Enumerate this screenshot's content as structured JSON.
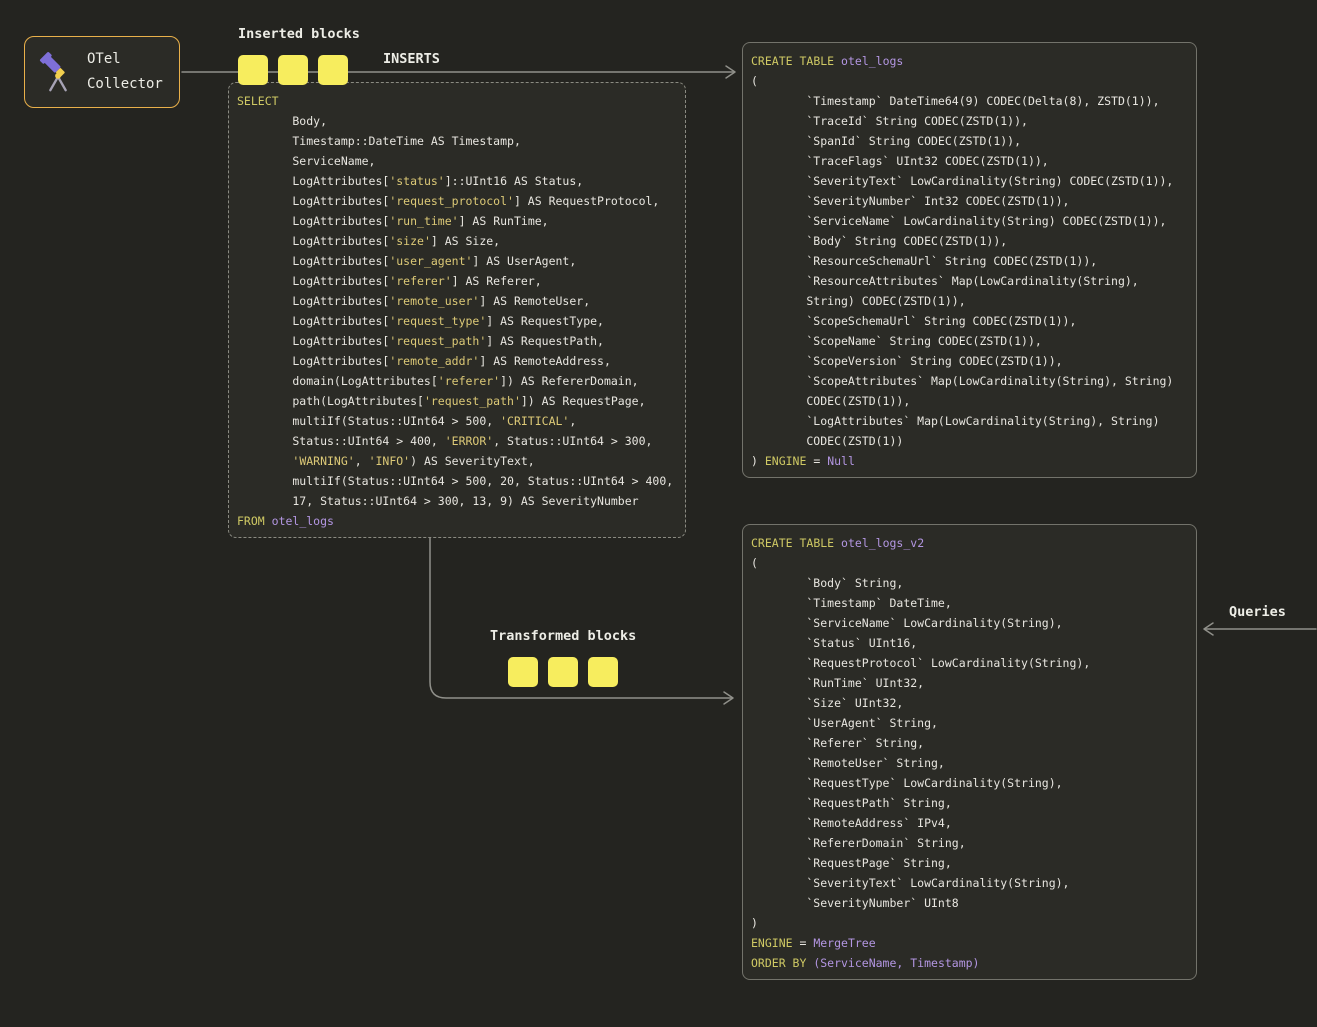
{
  "colors": {
    "bg": "#242420",
    "panel": "#2b2b26",
    "border": "#73736b",
    "border_dashed": "#8b8b82",
    "accent_border": "#e9b04a",
    "yellow_block": "#f7ed5e",
    "arrow": "#90908a",
    "text": "#edede6",
    "code_text": "#e8e6e0",
    "keyword": "#cfc964",
    "string": "#dcc977",
    "identifier": "#b396e2",
    "icon_purple": "#7e6fd8",
    "icon_yellow": "#f2cf4f",
    "icon_gray": "#a7a3b5"
  },
  "otel_collector": {
    "line1": "OTel",
    "line2": "Collector"
  },
  "inserted_blocks": {
    "label": "Inserted blocks",
    "count": 3
  },
  "inserts_arrow": {
    "label": "INSERTS"
  },
  "transformed_blocks": {
    "label": "Transformed blocks",
    "count": 3
  },
  "queries_arrow": {
    "label": "Queries"
  },
  "materialized_view_sql": {
    "lines": [
      "SELECT",
      "        Body,",
      "        Timestamp::DateTime AS Timestamp,",
      "        ServiceName,",
      "        LogAttributes['status']::UInt16 AS Status,",
      "        LogAttributes['request_protocol'] AS RequestProtocol,",
      "        LogAttributes['run_time'] AS RunTime,",
      "        LogAttributes['size'] AS Size,",
      "        LogAttributes['user_agent'] AS UserAgent,",
      "        LogAttributes['referer'] AS Referer,",
      "        LogAttributes['remote_user'] AS RemoteUser,",
      "        LogAttributes['request_type'] AS RequestType,",
      "        LogAttributes['request_path'] AS RequestPath,",
      "        LogAttributes['remote_addr'] AS RemoteAddress,",
      "        domain(LogAttributes['referer']) AS RefererDomain,",
      "        path(LogAttributes['request_path']) AS RequestPage,",
      "        multiIf(Status::UInt64 > 500, 'CRITICAL',",
      "        Status::UInt64 > 400, 'ERROR', Status::UInt64 > 300,",
      "        'WARNING', 'INFO') AS SeverityText,",
      "        multiIf(Status::UInt64 > 500, 20, Status::UInt64 > 400,",
      "        17, Status::UInt64 > 300, 13, 9) AS SeverityNumber",
      "FROM otel_logs"
    ]
  },
  "otel_logs_ddl": {
    "lines": [
      "CREATE TABLE otel_logs",
      "(",
      "        `Timestamp` DateTime64(9) CODEC(Delta(8), ZSTD(1)),",
      "        `TraceId` String CODEC(ZSTD(1)),",
      "        `SpanId` String CODEC(ZSTD(1)),",
      "        `TraceFlags` UInt32 CODEC(ZSTD(1)),",
      "        `SeverityText` LowCardinality(String) CODEC(ZSTD(1)),",
      "        `SeverityNumber` Int32 CODEC(ZSTD(1)),",
      "        `ServiceName` LowCardinality(String) CODEC(ZSTD(1)),",
      "        `Body` String CODEC(ZSTD(1)),",
      "        `ResourceSchemaUrl` String CODEC(ZSTD(1)),",
      "        `ResourceAttributes` Map(LowCardinality(String),",
      "        String) CODEC(ZSTD(1)),",
      "        `ScopeSchemaUrl` String CODEC(ZSTD(1)),",
      "        `ScopeName` String CODEC(ZSTD(1)),",
      "        `ScopeVersion` String CODEC(ZSTD(1)),",
      "        `ScopeAttributes` Map(LowCardinality(String), String)",
      "        CODEC(ZSTD(1)),",
      "        `LogAttributes` Map(LowCardinality(String), String)",
      "        CODEC(ZSTD(1))",
      ") ENGINE = Null"
    ]
  },
  "otel_logs_v2_ddl": {
    "lines": [
      "CREATE TABLE otel_logs_v2",
      "(",
      "        `Body` String,",
      "        `Timestamp` DateTime,",
      "        `ServiceName` LowCardinality(String),",
      "        `Status` UInt16,",
      "        `RequestProtocol` LowCardinality(String),",
      "        `RunTime` UInt32,",
      "        `Size` UInt32,",
      "        `UserAgent` String,",
      "        `Referer` String,",
      "        `RemoteUser` String,",
      "        `RequestType` LowCardinality(String),",
      "        `RequestPath` String,",
      "        `RemoteAddress` IPv4,",
      "        `RefererDomain` String,",
      "        `RequestPage` String,",
      "        `SeverityText` LowCardinality(String),",
      "        `SeverityNumber` UInt8",
      ")",
      "ENGINE = MergeTree",
      "ORDER BY (ServiceName, Timestamp)"
    ]
  }
}
